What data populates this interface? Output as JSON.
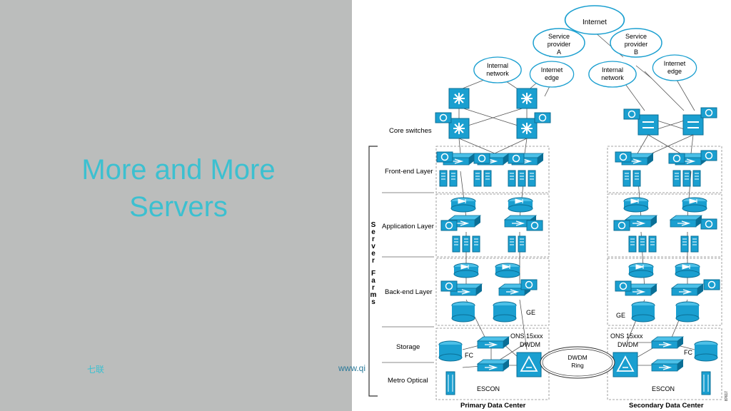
{
  "slide": {
    "title": "More and More Servers",
    "footer_left": "七联",
    "footer_url": "www.qi"
  },
  "diagram": {
    "clouds": {
      "internet": "Internet",
      "sp_a": [
        "Service",
        "provider",
        "A"
      ],
      "sp_b": [
        "Service",
        "provider",
        "B"
      ],
      "internal_left": [
        "Internal",
        "network"
      ],
      "edge_left": [
        "Internet",
        "edge"
      ],
      "internal_right": [
        "Internal",
        "network"
      ],
      "edge_right": [
        "Internet",
        "edge"
      ]
    },
    "layers": {
      "core": "Core switches",
      "front": "Front-end Layer",
      "app": "Application Layer",
      "back": "Back-end Layer",
      "storage": "Storage",
      "metro": "Metro Optical"
    },
    "server_farms_letters": [
      "S",
      "e",
      "r",
      "v",
      "e",
      "r",
      " ",
      "F",
      "a",
      "r",
      "m",
      "s"
    ],
    "labels": {
      "ge_left": "GE",
      "ge_right": "GE",
      "ons_left": [
        "ONS 15xxx",
        "DWDM"
      ],
      "ons_right": [
        "ONS 15xxx",
        "DWDM"
      ],
      "fc_left": "FC",
      "fc_right": "FC",
      "escon_left": "ESCON",
      "escon_right": "ESCON",
      "dwdm_ring": [
        "DWDM",
        "Ring"
      ],
      "primary": "Primary Data Center",
      "secondary": "Secondary Data Center",
      "figure_id": "87617"
    },
    "colors": {
      "device": "#1a9fd0",
      "device_dark": "#0b6f96",
      "line": "#555555",
      "dash": "#888888"
    }
  }
}
